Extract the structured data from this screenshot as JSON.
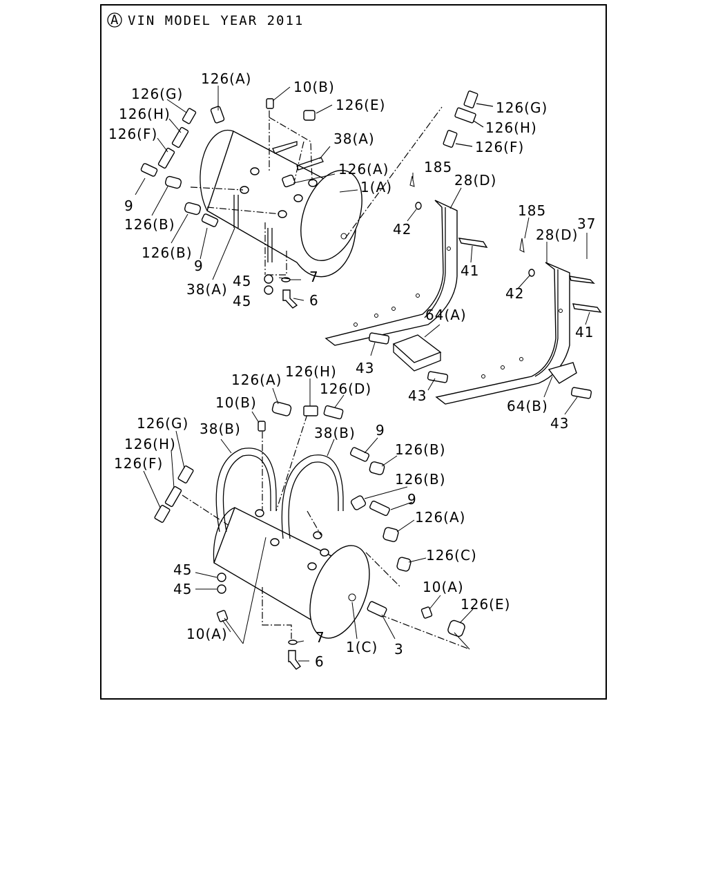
{
  "title": {
    "circle_letter": "A",
    "text": "VIN MODEL YEAR 2011"
  },
  "labels": {
    "l_126A_a": "126(A)",
    "l_10B_a": "10(B)",
    "l_126G_a": "126(G)",
    "l_126E_a": "126(E)",
    "l_126H_a": "126(H)",
    "l_126F_a": "126(F)",
    "l_38A_a": "38(A)",
    "l_126A_b": "126(A)",
    "l_1A": "1(A)",
    "l_9_a": "9",
    "l_126B_a": "126(B)",
    "l_126B_b": "126(B)",
    "l_9_b": "9",
    "l_38A_b": "38(A)",
    "l_45_a": "45",
    "l_7_a": "7",
    "l_45_b": "45",
    "l_6_a": "6",
    "l_126G_b": "126(G)",
    "l_126H_b": "126(H)",
    "l_126F_b": "126(F)",
    "l_185_a": "185",
    "l_28D_a": "28(D)",
    "l_42_a": "42",
    "l_41_a": "41",
    "l_185_b": "185",
    "l_28D_b": "28(D)",
    "l_37": "37",
    "l_42_b": "42",
    "l_41_b": "41",
    "l_64A": "64(A)",
    "l_43_a": "43",
    "l_43_b": "43",
    "l_64B": "64(B)",
    "l_43_c": "43",
    "l_126A_c": "126(A)",
    "l_126H_c": "126(H)",
    "l_126D": "126(D)",
    "l_10B_b": "10(B)",
    "l_126G_c": "126(G)",
    "l_38B_a": "38(B)",
    "l_38B_b": "38(B)",
    "l_9_c": "9",
    "l_126H_d": "126(H)",
    "l_126B_c": "126(B)",
    "l_126F_c": "126(F)",
    "l_126B_d": "126(B)",
    "l_9_d": "9",
    "l_126A_d": "126(A)",
    "l_126C": "126(C)",
    "l_45_c": "45",
    "l_45_d": "45",
    "l_10A_a": "10(A)",
    "l_126E_b": "126(E)",
    "l_10A_b": "10(A)",
    "l_7_b": "7",
    "l_1C": "1(C)",
    "l_3": "3",
    "l_6_b": "6"
  }
}
